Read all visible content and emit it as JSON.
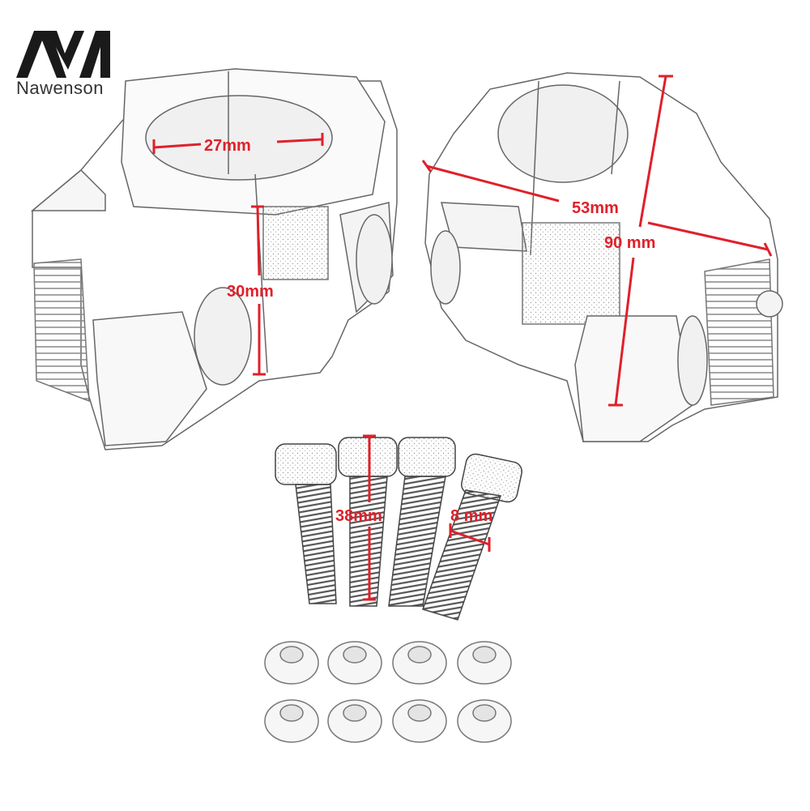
{
  "brand": {
    "name": "Nawenson",
    "logo_icon": "nawenson-logo-icon"
  },
  "dimensions": {
    "bore_diameter": "27mm",
    "height": "30mm",
    "width": "53mm",
    "length": "90 mm",
    "bolt_length": "38mm",
    "bolt_diameter": "8 mm"
  },
  "colors": {
    "dimension_red": "#e0202a",
    "outline": "#555555",
    "hatch": "#888888"
  },
  "parts": {
    "risers": 2,
    "bolts": 4,
    "washers": 8
  }
}
